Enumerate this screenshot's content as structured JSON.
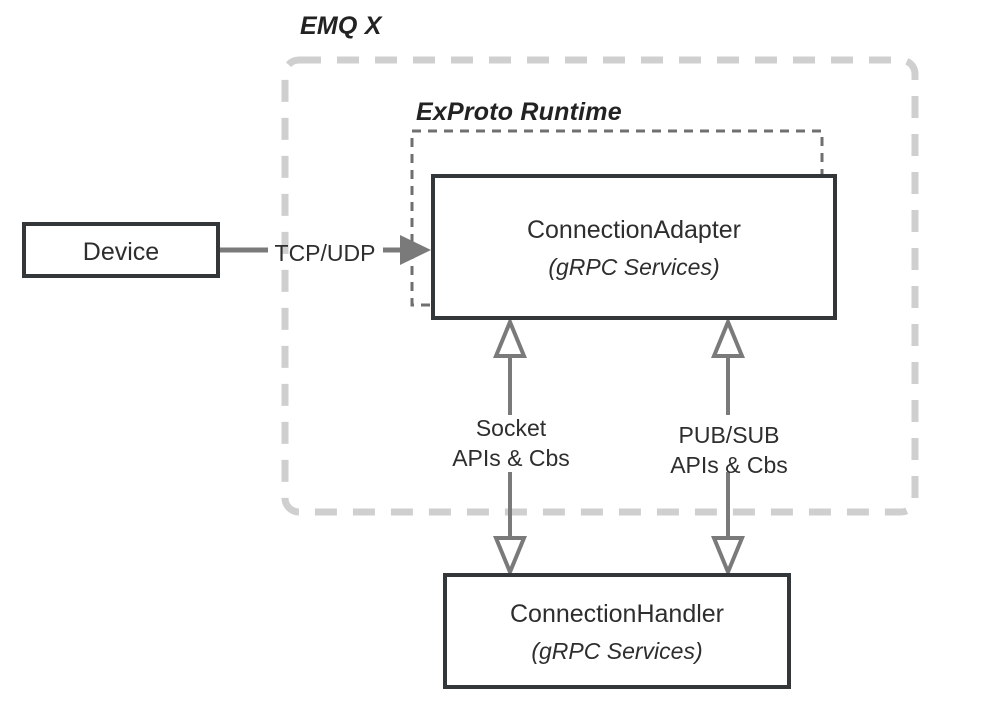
{
  "diagram": {
    "title_outer": "EMQ X",
    "title_inner": "ExProto Runtime",
    "colors": {
      "box_stroke": "#33373a",
      "outer_dash": "#cfcfcf",
      "inner_dash": "#6f6f6f",
      "arrow": "#7a7a7a",
      "text": "#2e2e2e",
      "background": "#ffffff"
    },
    "nodes": [
      {
        "id": "device",
        "title": "Device",
        "subtitle": ""
      },
      {
        "id": "connection-adapter",
        "title": "ConnectionAdapter",
        "subtitle": "(gRPC Services)"
      },
      {
        "id": "connection-handler",
        "title": "ConnectionHandler",
        "subtitle": "(gRPC Services)"
      }
    ],
    "edges": [
      {
        "id": "device-to-adapter",
        "label": "TCP/UDP",
        "style": "solid-arrow-right"
      },
      {
        "id": "socket-apis",
        "label_line1": "Socket",
        "label_line2": "APIs & Cbs",
        "style": "double-headed-vertical"
      },
      {
        "id": "pubsub-apis",
        "label_line1": "PUB/SUB",
        "label_line2": "APIs & Cbs",
        "style": "double-headed-vertical"
      }
    ]
  }
}
